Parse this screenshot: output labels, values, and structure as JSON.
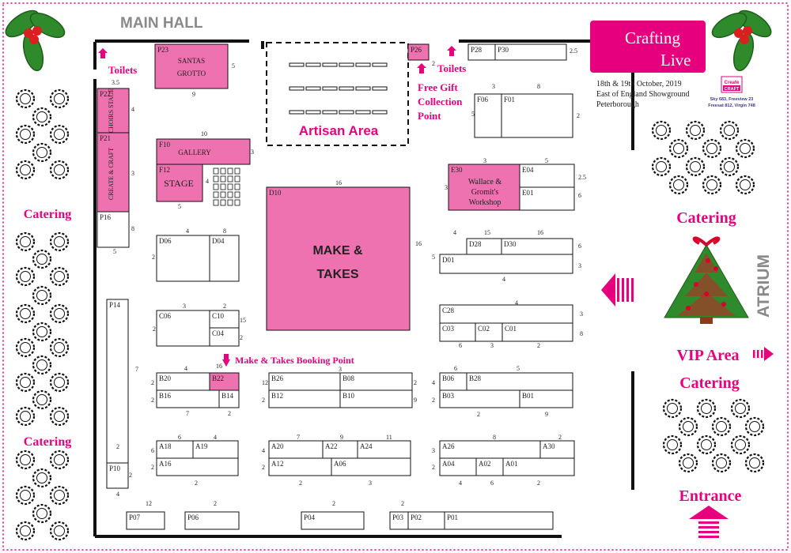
{
  "labels": {
    "main_hall": "MAIN HALL",
    "atrium": "ATRIUM",
    "toilets_left": "Toilets",
    "toilets_right": "Toilets",
    "free_gift": [
      "Free Gift",
      "Collection",
      "Point"
    ],
    "artisan_area": "Artisan Area",
    "catering": [
      "Catering",
      "Catering",
      "Catering",
      "Catering"
    ],
    "vip_area": "VIP Area",
    "entrance": "Entrance",
    "make_takes_booking": "Make & Takes Booking Point",
    "choirs_stage": "CHOIRS STAGE",
    "create_craft_wall": "CREATE & CRAFT",
    "santas_grotto": [
      "SANTAS",
      "GROTTO"
    ],
    "gallery": "GALLERY",
    "stage": "STAGE",
    "make_takes": [
      "MAKE &",
      "TAKES"
    ],
    "wallace_gromit": [
      "Wallace &",
      "Gromit's",
      "Workshop"
    ]
  },
  "logo": {
    "name_1": "Crafting",
    "name_2": "Live",
    "event_lines": [
      "18th & 19th October, 2019",
      "East of England Showground",
      "Peterborough"
    ],
    "cc_logo_1": "Create",
    "cc_logo_2": "CRAFT",
    "channels": [
      "Sky 683, Freeview 23",
      "Freesat 812, Virgin 748"
    ]
  },
  "colors": {
    "pink": "#e6007e",
    "stand_pink": "#ee72b0",
    "holly_green": "#2f8a2c",
    "berry_red": "#d9201e",
    "wall": "#111111",
    "gray_text": "#8a8a8a"
  },
  "stands": [
    {
      "id": "P23",
      "pink": true
    },
    {
      "id": "P26",
      "pink": true
    },
    {
      "id": "P28"
    },
    {
      "id": "P30"
    },
    {
      "id": "P22",
      "pink": true
    },
    {
      "id": "P21",
      "pink": true
    },
    {
      "id": "P16"
    },
    {
      "id": "F10",
      "pink": true
    },
    {
      "id": "F12",
      "pink": true
    },
    {
      "id": "F06"
    },
    {
      "id": "F01"
    },
    {
      "id": "D10",
      "pink": true
    },
    {
      "id": "E30",
      "pink": true
    },
    {
      "id": "E04"
    },
    {
      "id": "E01"
    },
    {
      "id": "D06"
    },
    {
      "id": "D04"
    },
    {
      "id": "D28"
    },
    {
      "id": "D30"
    },
    {
      "id": "D01"
    },
    {
      "id": "P14"
    },
    {
      "id": "C06"
    },
    {
      "id": "C10"
    },
    {
      "id": "C04"
    },
    {
      "id": "C28"
    },
    {
      "id": "C03"
    },
    {
      "id": "C02"
    },
    {
      "id": "C01"
    },
    {
      "id": "B20"
    },
    {
      "id": "B22",
      "pink": true
    },
    {
      "id": "B16"
    },
    {
      "id": "B14"
    },
    {
      "id": "B26"
    },
    {
      "id": "B08"
    },
    {
      "id": "B12"
    },
    {
      "id": "B10"
    },
    {
      "id": "B06"
    },
    {
      "id": "B28"
    },
    {
      "id": "B03"
    },
    {
      "id": "B01"
    },
    {
      "id": "A18"
    },
    {
      "id": "A19"
    },
    {
      "id": "A16"
    },
    {
      "id": "A20"
    },
    {
      "id": "A22"
    },
    {
      "id": "A24"
    },
    {
      "id": "A12"
    },
    {
      "id": "A06"
    },
    {
      "id": "A26"
    },
    {
      "id": "A30"
    },
    {
      "id": "A04"
    },
    {
      "id": "A02"
    },
    {
      "id": "A01"
    },
    {
      "id": "P10"
    },
    {
      "id": "P07"
    },
    {
      "id": "P06"
    },
    {
      "id": "P04"
    },
    {
      "id": "P03"
    },
    {
      "id": "P02"
    },
    {
      "id": "P01"
    }
  ],
  "dimensions": [
    "3.5",
    "5",
    "9",
    "4",
    "3",
    "8",
    "5",
    "10",
    "3",
    "4",
    "5",
    "16",
    "16",
    "3",
    "8",
    "5",
    "2",
    "2.5",
    "2.5",
    "6",
    "5",
    "3",
    "2",
    "3",
    "4",
    "8",
    "2",
    "4",
    "15",
    "16",
    "6",
    "3",
    "5",
    "4",
    "3",
    "2",
    "2",
    "15",
    "2",
    "4",
    "3",
    "8",
    "6",
    "3",
    "2",
    "4",
    "16",
    "2",
    "2",
    "7",
    "2",
    "3",
    "12",
    "2",
    "2",
    "9",
    "6",
    "5",
    "4",
    "2",
    "2",
    "9",
    "6",
    "4",
    "6",
    "2",
    "2",
    "7",
    "9",
    "11",
    "4",
    "2",
    "2",
    "3",
    "8",
    "2",
    "3",
    "2",
    "4",
    "6",
    "2",
    "7",
    "2",
    "2",
    "4",
    "12",
    "2",
    "2",
    "2"
  ]
}
